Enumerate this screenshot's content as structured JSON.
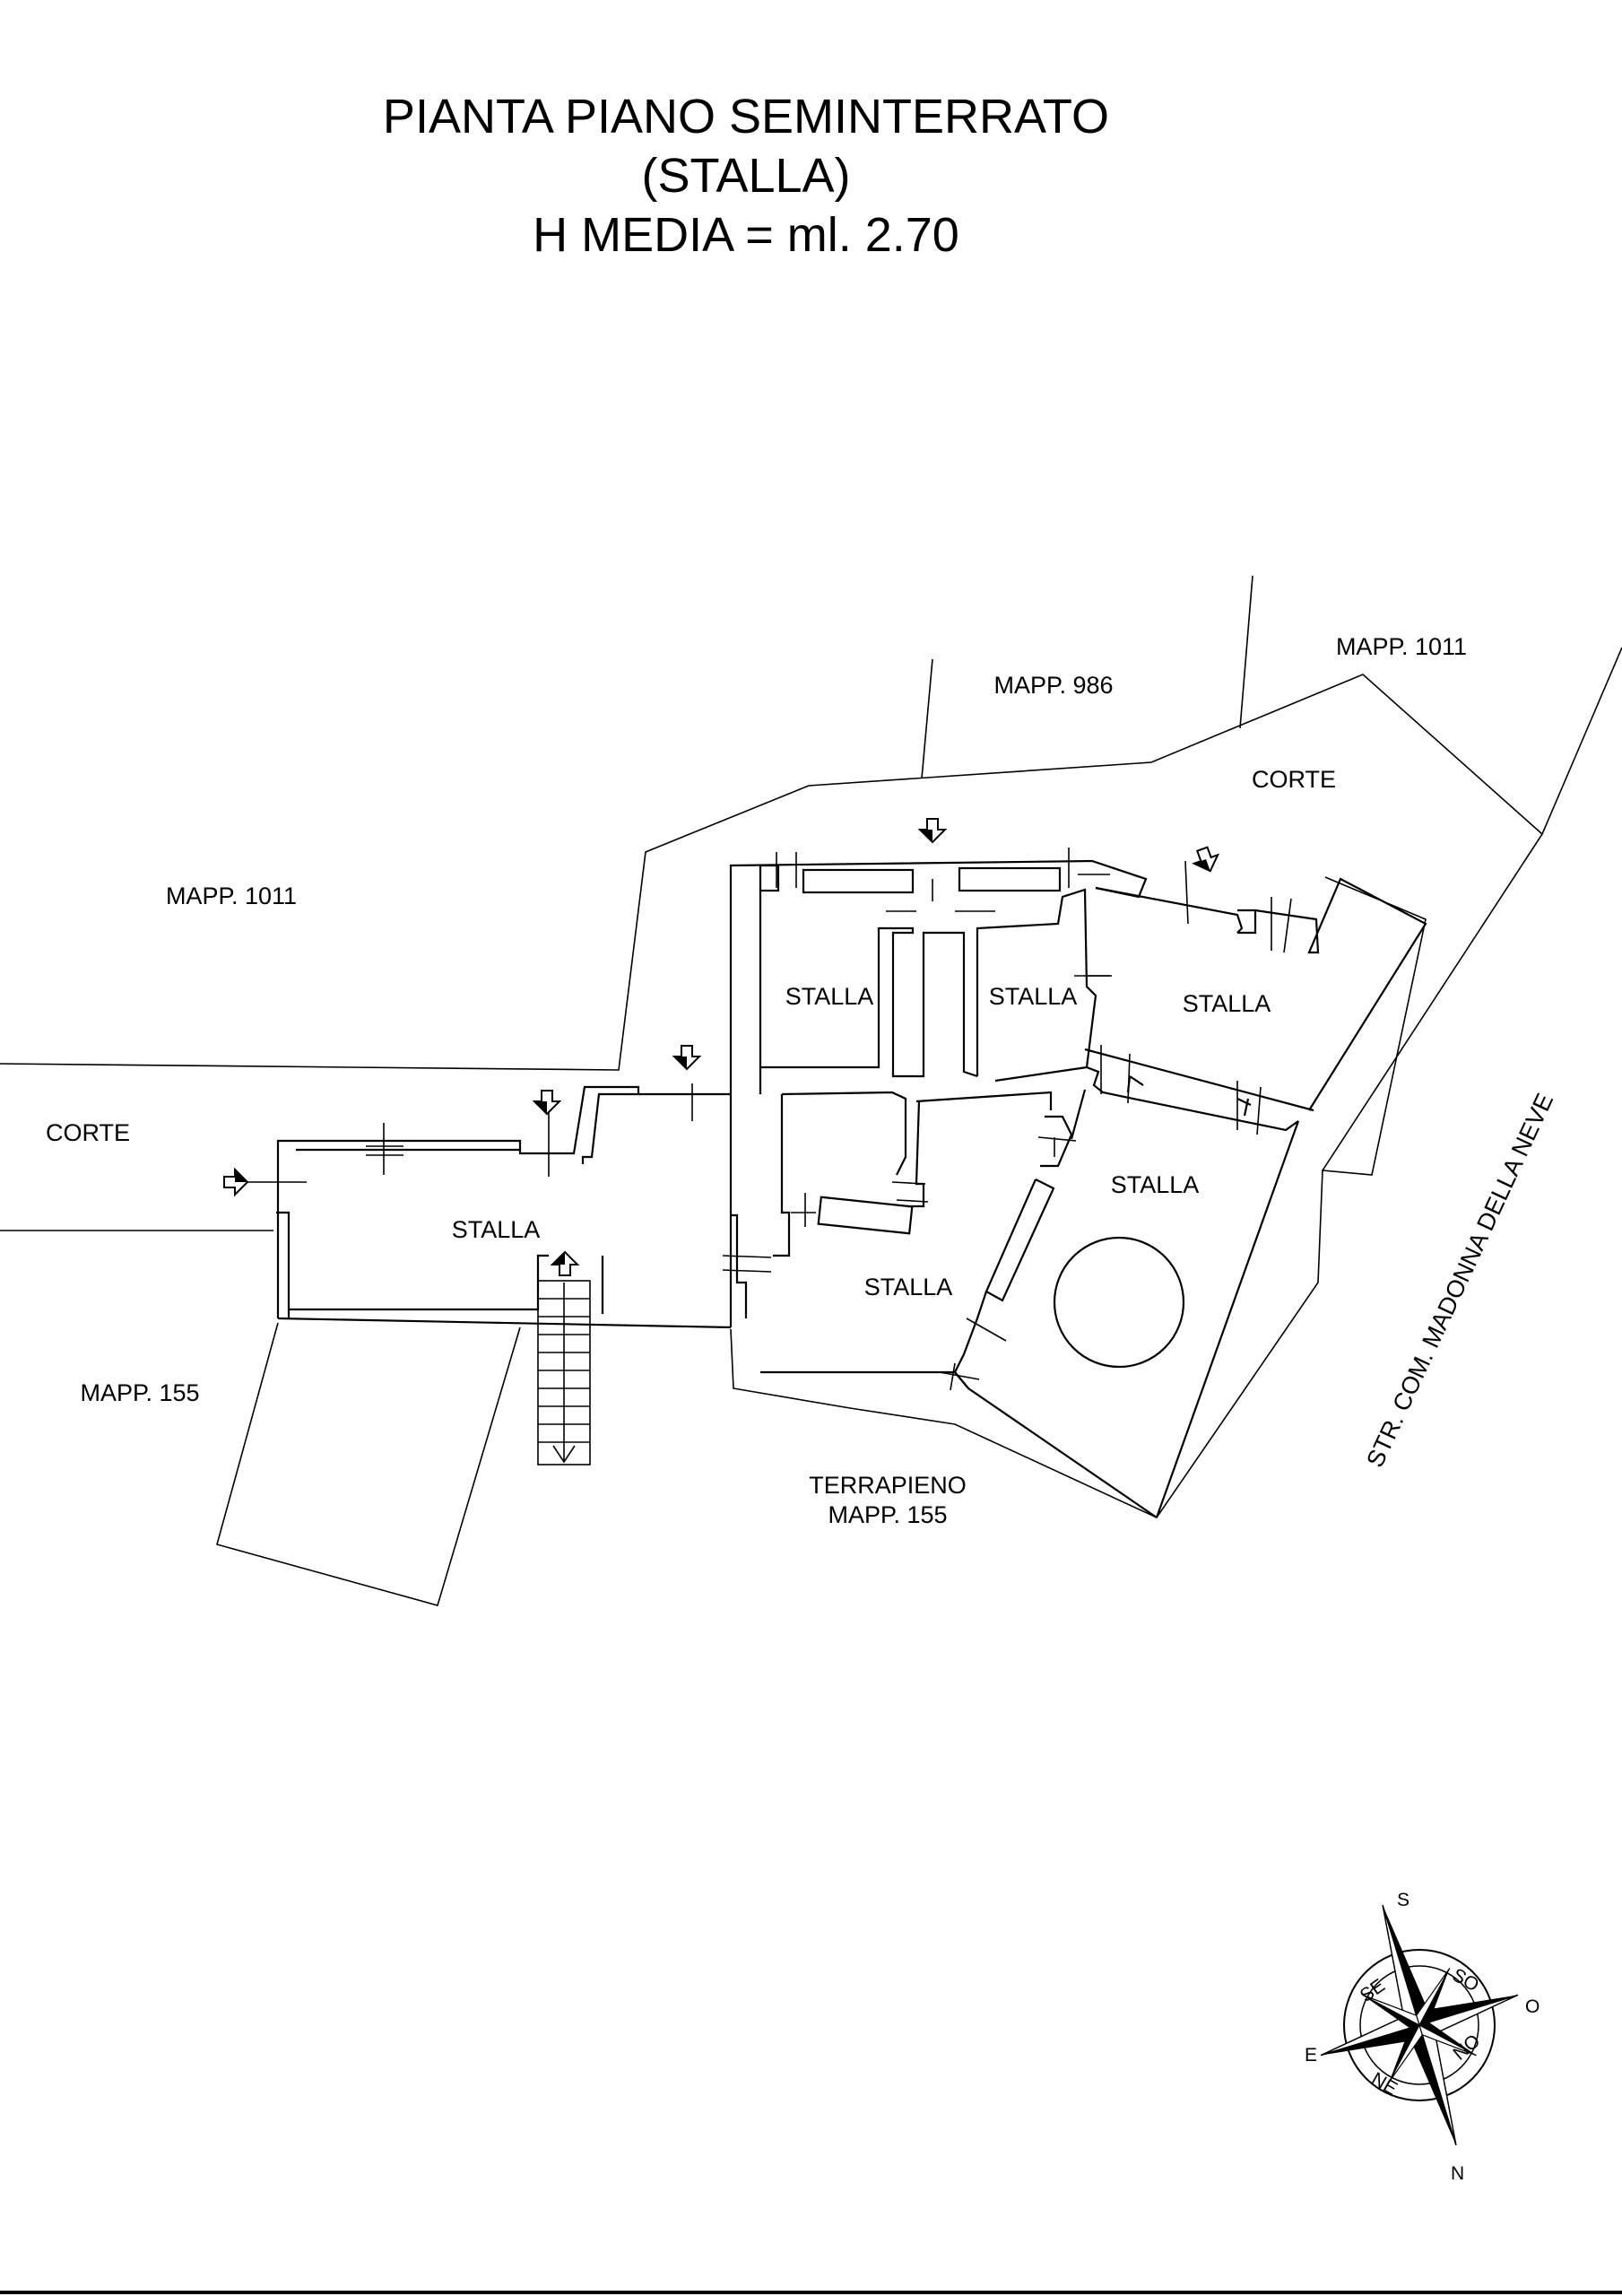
{
  "title": {
    "line1": "PIANTA PIANO SEMINTERRATO",
    "line2": "(STALLA)",
    "line3": "H MEDIA = ml. 2.70"
  },
  "labels": {
    "mapp_986": "MAPP. 986",
    "mapp_1011_top": "MAPP. 1011",
    "mapp_1011_left": "MAPP. 1011",
    "corte_top": "CORTE",
    "corte_left": "CORTE",
    "stalla_1": "STALLA",
    "stalla_2": "STALLA",
    "stalla_3": "STALLA",
    "stalla_4": "STALLA",
    "stalla_5": "STALLA",
    "stalla_6": "STALLA",
    "mapp_155_left": "MAPP. 155",
    "terrapieno": "TERRAPIENO",
    "mapp_155_bottom": "MAPP. 155",
    "street": "STR. COM. MADONNA DELLA NEVE"
  },
  "compass": {
    "n": "N",
    "s": "S",
    "e": "E",
    "o": "O",
    "ne": "NE",
    "no": "NO",
    "se": "SE",
    "so": "SO"
  },
  "icons": [
    "door-arrow-icon",
    "compass-rose-icon",
    "staircase-icon"
  ]
}
